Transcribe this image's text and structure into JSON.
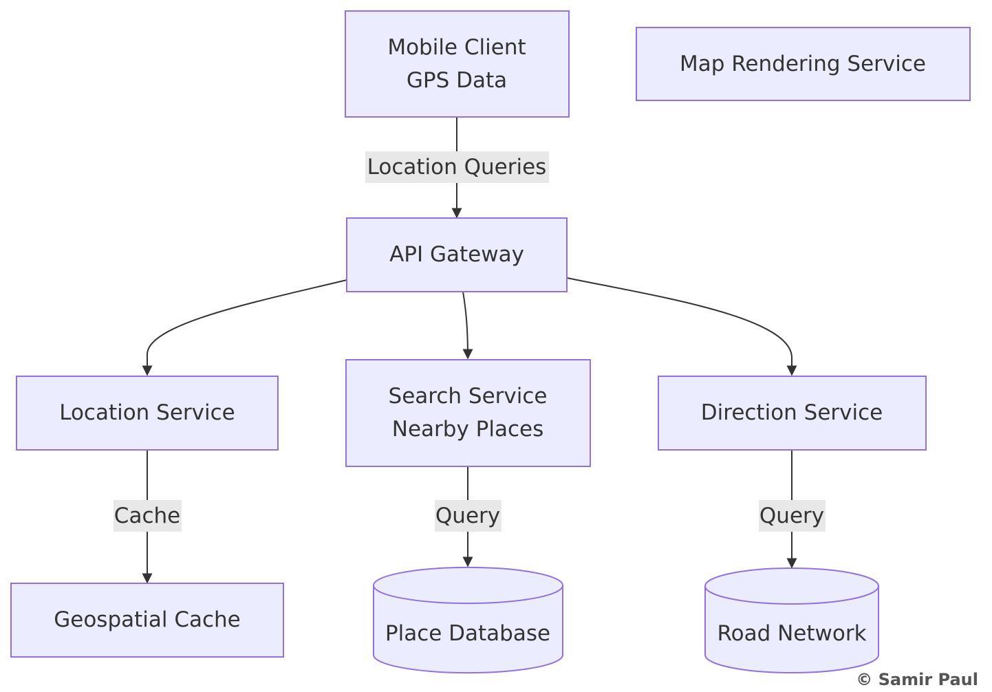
{
  "nodes": {
    "mobile_client": {
      "line1": "Mobile Client",
      "line2": "GPS Data"
    },
    "map_rendering": {
      "label": "Map Rendering Service"
    },
    "api_gateway": {
      "label": "API Gateway"
    },
    "location_service": {
      "label": "Location Service"
    },
    "search_service": {
      "line1": "Search Service",
      "line2": "Nearby Places"
    },
    "direction_service": {
      "label": "Direction Service"
    },
    "geospatial_cache": {
      "label": "Geospatial Cache"
    },
    "place_database": {
      "label": "Place Database"
    },
    "road_network": {
      "label": "Road Network"
    }
  },
  "edges": {
    "client_to_gateway": "Location Queries",
    "location_to_cache": "Cache",
    "search_to_db": "Query",
    "direction_to_road": "Query"
  },
  "watermark": "© Samir Paul",
  "colors": {
    "node_fill": "#ECECFF",
    "node_stroke": "#9370DB",
    "edge": "#333333",
    "label_bg": "#E8E8E8"
  }
}
